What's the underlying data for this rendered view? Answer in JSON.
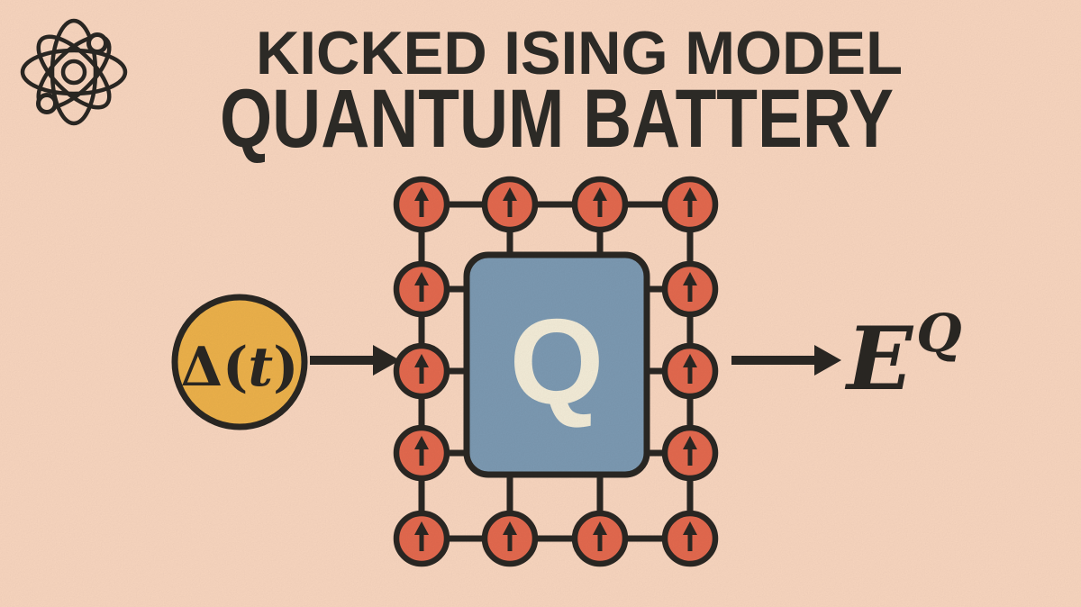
{
  "header": {
    "title_line1": "KICKED ISING MODEL",
    "title_line2": "QUANTUM BATTERY"
  },
  "diagram": {
    "input_parts": [
      "Δ(",
      "t",
      ")"
    ],
    "input_label": "Δ(t)",
    "battery_label": "Q",
    "output_base": "E",
    "output_superscript": "Q",
    "lattice": {
      "spin_count": 14,
      "spin_state": "up",
      "rows": 5,
      "cols": 4
    }
  },
  "icons": {
    "logo": "atom-icon",
    "spin": "spin-up-arrow-icon"
  },
  "colors": {
    "background": "#fcd9c2",
    "ink": "#2b2824",
    "title": "#2e2c28",
    "spin_fill": "#e76b50",
    "battery_fill": "#7e9cb5",
    "battery_text": "#f7f0db",
    "input_fill": "#f0b44c"
  }
}
